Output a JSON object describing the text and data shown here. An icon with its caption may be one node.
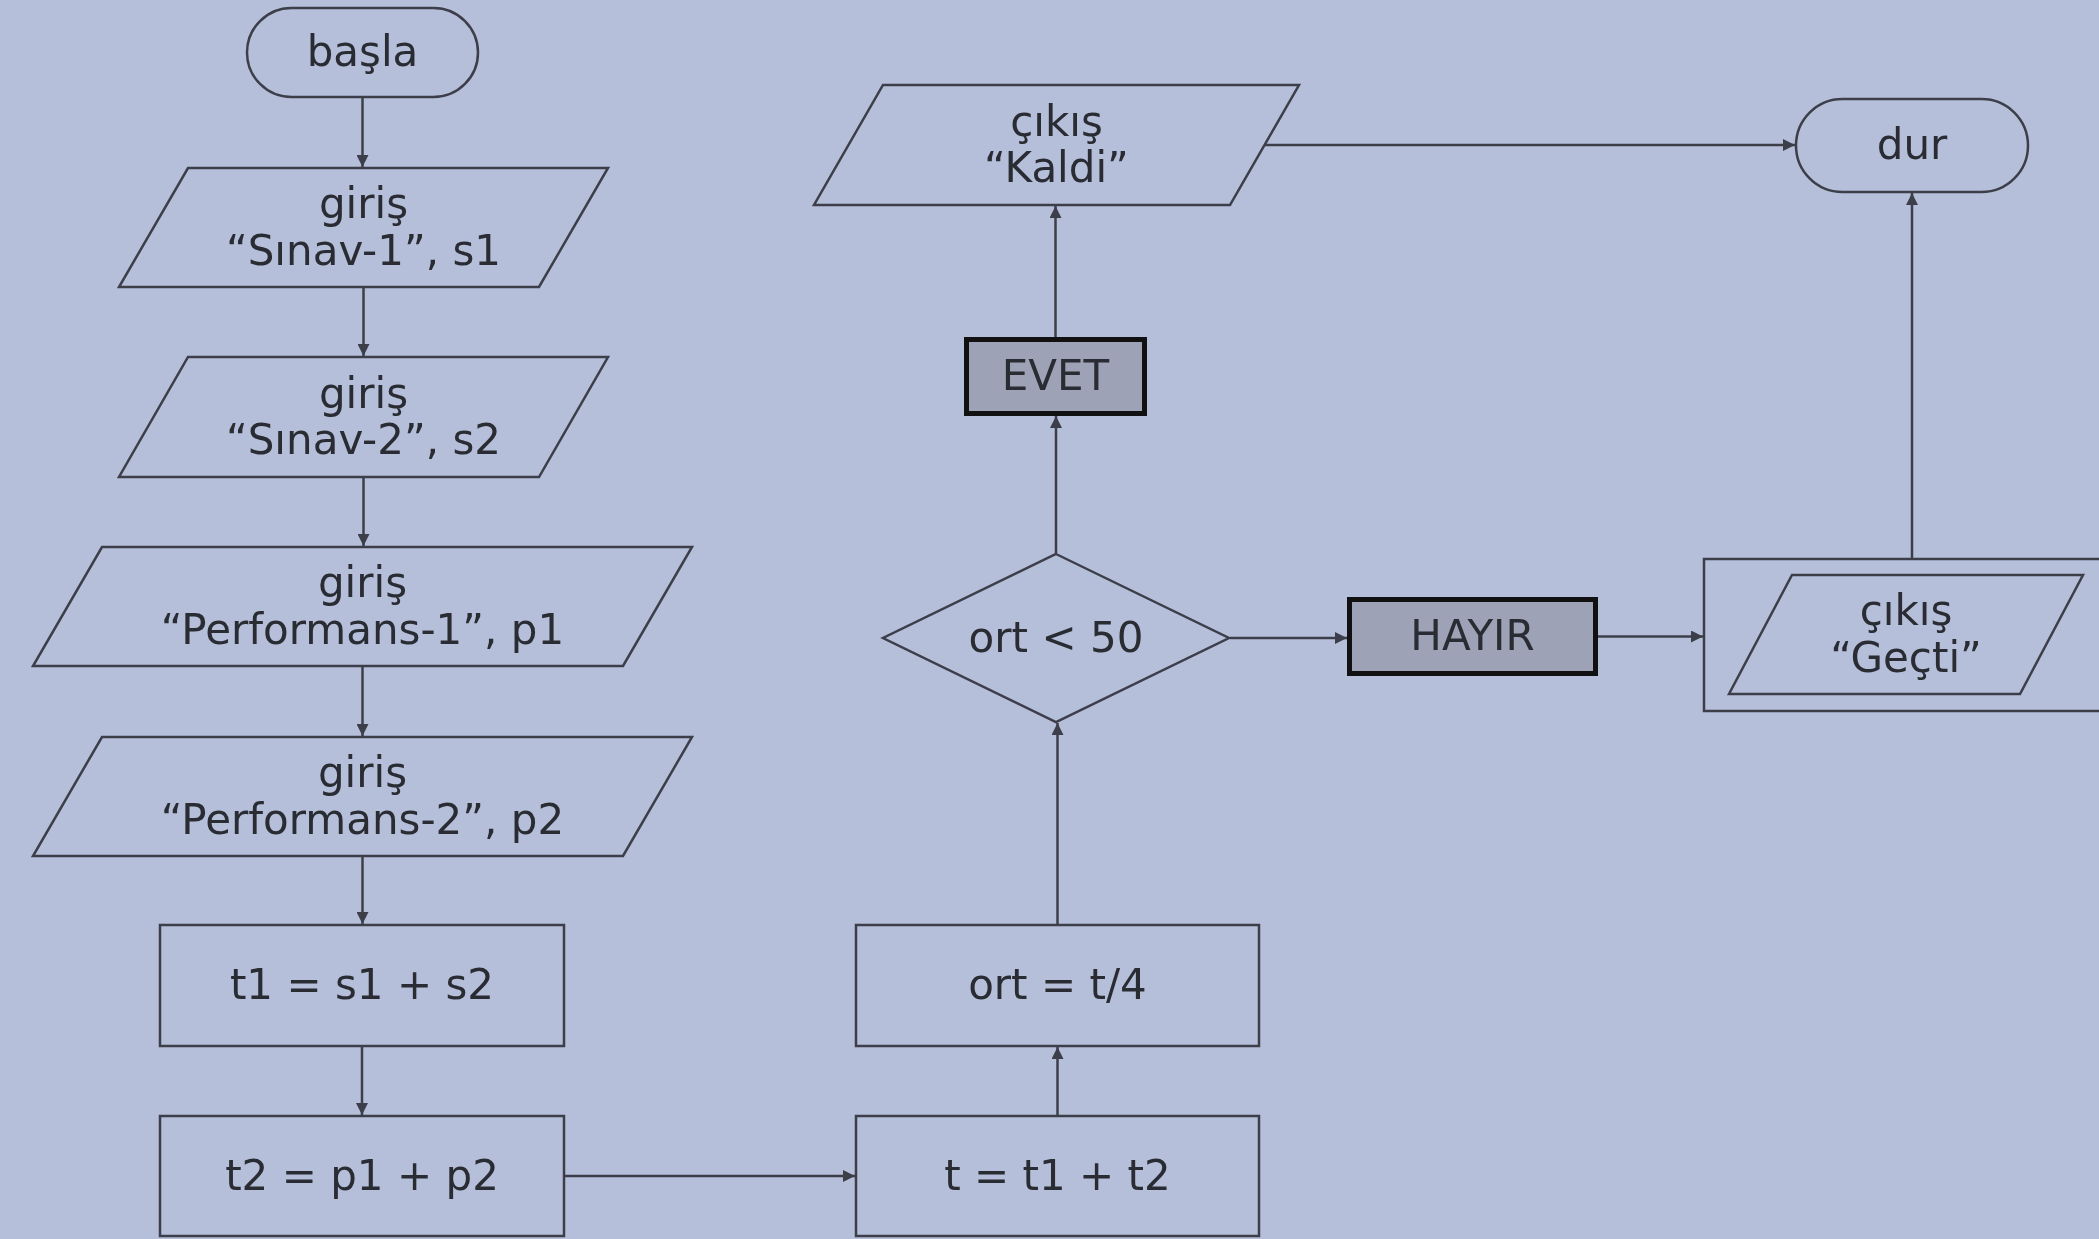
{
  "diagram": {
    "nodes": [
      {
        "text": [
          "başla"
        ]
      },
      {
        "text": [
          "giriş",
          "“Sınav-1”, s1"
        ]
      },
      {
        "text": [
          "giriş",
          "“Sınav-2”, s2"
        ]
      },
      {
        "text": [
          "giriş",
          "“Performans-1”, p1"
        ]
      },
      {
        "text": [
          "giriş",
          "“Performans-2”, p2"
        ]
      },
      {
        "text": [
          "t1 = s1 + s2"
        ]
      },
      {
        "text": [
          "t2 = p1 + p2"
        ]
      },
      {
        "text": [
          "t = t1 + t2"
        ]
      },
      {
        "text": [
          "ort = t/4"
        ]
      },
      {
        "text": [
          "ort < 50"
        ]
      },
      {
        "text": [
          "EVET"
        ]
      },
      {
        "text": [
          "çıkış",
          "“Kaldi”"
        ]
      },
      {
        "text": [
          "dur"
        ]
      },
      {
        "text": [
          "HAYIR"
        ]
      },
      {
        "text": [],
        "shape": "box"
      },
      {
        "text": [
          "çıkış",
          "“Geçti”"
        ],
        "in": 14
      }
    ],
    "edges": [
      {
        "from": 0,
        "to": 1,
        "arrow": "to"
      },
      {
        "from": 1,
        "to": 2,
        "arrow": "to"
      },
      {
        "from": 2,
        "to": 3,
        "arrow": "to"
      },
      {
        "from": 3,
        "to": 4,
        "arrow": "to"
      },
      {
        "from": 4,
        "to": 5,
        "arrow": "to"
      },
      {
        "from": 5,
        "to": 6,
        "arrow": "to"
      },
      {
        "from": 6,
        "to": 7,
        "arrow": "to"
      },
      {
        "from": 7,
        "to": 8,
        "arrow": "to"
      },
      {
        "from": 8,
        "to": 9,
        "arrow": "to"
      },
      {
        "from": 9,
        "to": 10,
        "arrow": "to"
      },
      {
        "from": 10,
        "to": 11,
        "arrow": "to"
      },
      {
        "from": 11,
        "to": 12,
        "arrow": "to"
      },
      {
        "from": 9,
        "to": 13,
        "arrow": "to"
      },
      {
        "from": 13,
        "to": 14,
        "arrow": "to"
      },
      {
        "from": 14,
        "to": 12,
        "arrow": "to"
      }
    ]
  }
}
